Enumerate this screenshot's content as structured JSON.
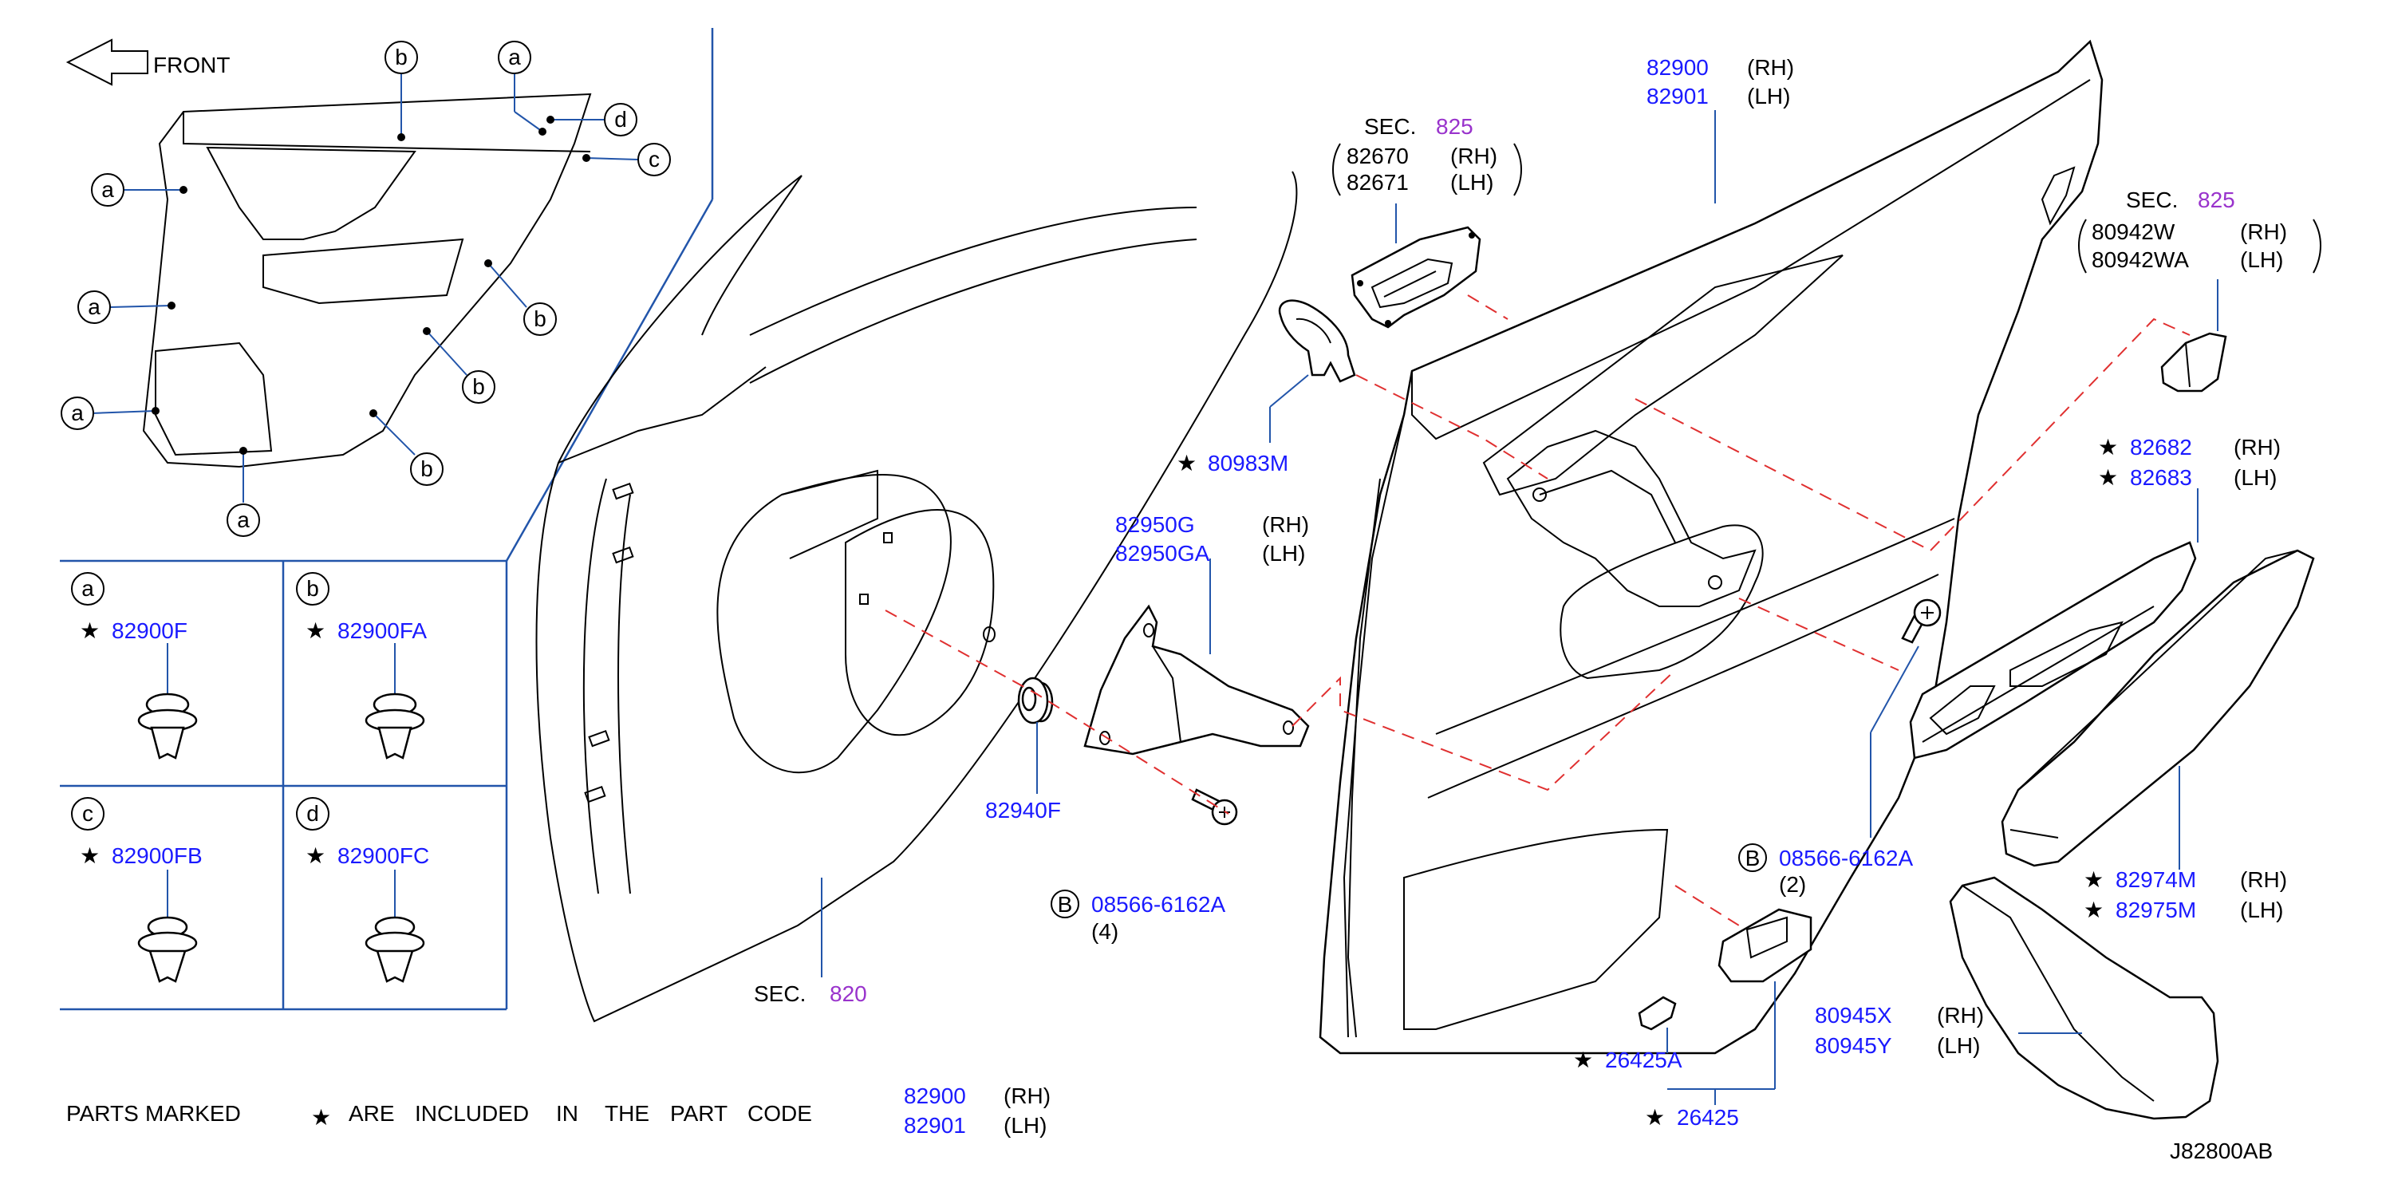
{
  "front_label": "FRONT",
  "markers": {
    "a": "a",
    "b": "b",
    "c": "c",
    "d": "d",
    "B": "B"
  },
  "star": "★",
  "clips": {
    "a": "82900F",
    "b": "82900FA",
    "c": "82900FB",
    "d": "82900FC"
  },
  "sec_820": {
    "prefix": "SEC.",
    "num": "820"
  },
  "sec_825_handle": {
    "prefix": "SEC.",
    "num": "825",
    "rh": "82670",
    "lh": "82671"
  },
  "sec_825_cup": {
    "prefix": "SEC.",
    "num": "825",
    "rh": "80942W",
    "lh": "80942WA"
  },
  "rh": "(RH)",
  "lh": "(LH)",
  "trim_top": {
    "rh": "82900",
    "lh": "82901"
  },
  "trim_bottom": {
    "rh": "82900",
    "lh": "82901"
  },
  "bracket": {
    "rh": "82950G",
    "lh": "82950GA"
  },
  "rod_clip": "80983M",
  "grommet": "82940F",
  "bolt_left": {
    "num": "08566-6162A",
    "qty": "(4)"
  },
  "bolt_right": {
    "num": "08566-6162A",
    "qty": "(2)"
  },
  "switch_panel": {
    "rh": "82682",
    "lh": "82683"
  },
  "armrest": {
    "rh": "82974M",
    "lh": "82975M"
  },
  "lamp": {
    "rh": "80945X",
    "lh": "80945Y"
  },
  "bulb": "26425A",
  "lamp_assy": "26425",
  "note": {
    "w1": "PARTS",
    "w2": "MARKED",
    "w3": "ARE",
    "w4": "INCLUDED",
    "w5": "IN",
    "w6": "THE",
    "w7": "PART",
    "w8": "CODE"
  },
  "diagram_code": "J82800AB"
}
